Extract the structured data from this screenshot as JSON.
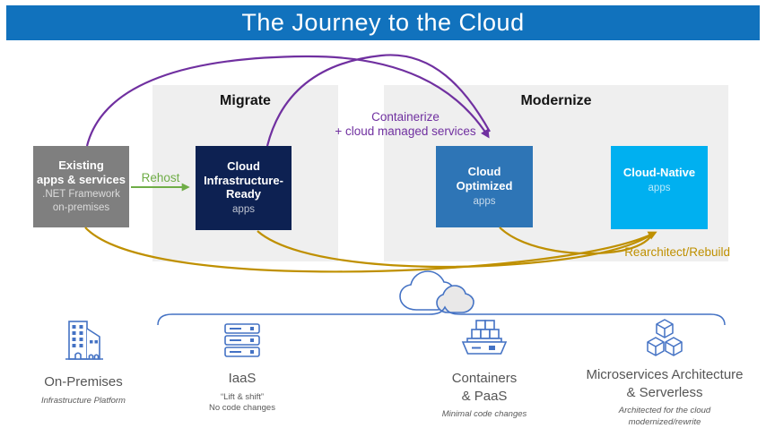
{
  "header": {
    "title": "The Journey to the Cloud",
    "bg_color": "#1172bd"
  },
  "phases": {
    "migrate": "Migrate",
    "modernize": "Modernize"
  },
  "boxes": {
    "existing": {
      "title": "Existing\napps & services",
      "subtitle": ".NET Framework\non-premises",
      "color": "#7f7f7f"
    },
    "infra": {
      "title": "Cloud\nInfrastructure-\nReady",
      "subtitle": "apps",
      "color": "#0d2152"
    },
    "optimized": {
      "title": "Cloud\nOptimized",
      "subtitle": "apps",
      "color": "#2e75b6"
    },
    "native": {
      "title": "Cloud-Native",
      "subtitle": "apps",
      "color": "#00b0f0"
    }
  },
  "arrows": {
    "rehost": {
      "label": "Rehost",
      "color": "#6fad47"
    },
    "containerize": {
      "label": "Containerize\n+ cloud managed services",
      "color": "#7030a0"
    },
    "rearchitect": {
      "label": "Rearchitect/Rebuild",
      "color": "#bf9000"
    }
  },
  "platforms": [
    {
      "icon": "building-icon",
      "label": "On-Premises",
      "sublabel": "Infrastructure Platform"
    },
    {
      "icon": "server-icon",
      "label": "IaaS",
      "sublabel": "“Lift & shift”\nNo code changes"
    },
    {
      "icon": "containers-icon",
      "label": "Containers\n& PaaS",
      "sublabel": "Minimal code changes"
    },
    {
      "icon": "cubes-icon",
      "label": "Microservices Architecture\n& Serverless",
      "sublabel": "Architected for the cloud\nmodernized/rewrite"
    }
  ],
  "icon_color": "#4472c4"
}
